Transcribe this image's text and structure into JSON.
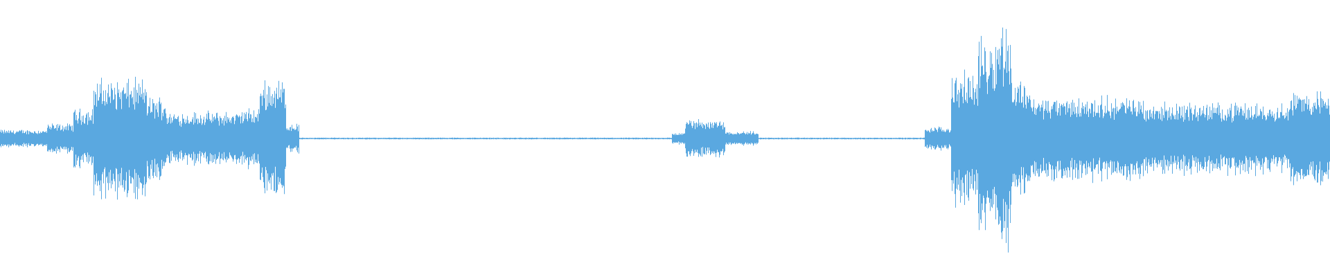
{
  "waveform": {
    "color": "#5aa8e0",
    "background": "#ffffff",
    "segments": [
      {
        "start": 0.0,
        "end": 0.035,
        "amplitude": 0.03
      },
      {
        "start": 0.035,
        "end": 0.055,
        "amplitude": 0.05
      },
      {
        "start": 0.055,
        "end": 0.07,
        "amplitude": 0.1
      },
      {
        "start": 0.07,
        "end": 0.11,
        "amplitude": 0.2
      },
      {
        "start": 0.11,
        "end": 0.125,
        "amplitude": 0.14
      },
      {
        "start": 0.125,
        "end": 0.18,
        "amplitude": 0.09
      },
      {
        "start": 0.18,
        "end": 0.195,
        "amplitude": 0.1
      },
      {
        "start": 0.195,
        "end": 0.215,
        "amplitude": 0.2
      },
      {
        "start": 0.215,
        "end": 0.225,
        "amplitude": 0.05
      },
      {
        "start": 0.225,
        "end": 0.505,
        "amplitude": 0.003
      },
      {
        "start": 0.505,
        "end": 0.515,
        "amplitude": 0.02
      },
      {
        "start": 0.515,
        "end": 0.545,
        "amplitude": 0.065
      },
      {
        "start": 0.545,
        "end": 0.57,
        "amplitude": 0.025
      },
      {
        "start": 0.57,
        "end": 0.695,
        "amplitude": 0.003
      },
      {
        "start": 0.695,
        "end": 0.715,
        "amplitude": 0.04
      },
      {
        "start": 0.715,
        "end": 0.735,
        "amplitude": 0.22
      },
      {
        "start": 0.735,
        "end": 0.75,
        "amplitude": 0.33
      },
      {
        "start": 0.75,
        "end": 0.76,
        "amplitude": 0.39
      },
      {
        "start": 0.76,
        "end": 0.775,
        "amplitude": 0.2
      },
      {
        "start": 0.775,
        "end": 0.86,
        "amplitude": 0.14
      },
      {
        "start": 0.86,
        "end": 0.97,
        "amplitude": 0.12
      },
      {
        "start": 0.97,
        "end": 1.0,
        "amplitude": 0.16
      }
    ]
  }
}
